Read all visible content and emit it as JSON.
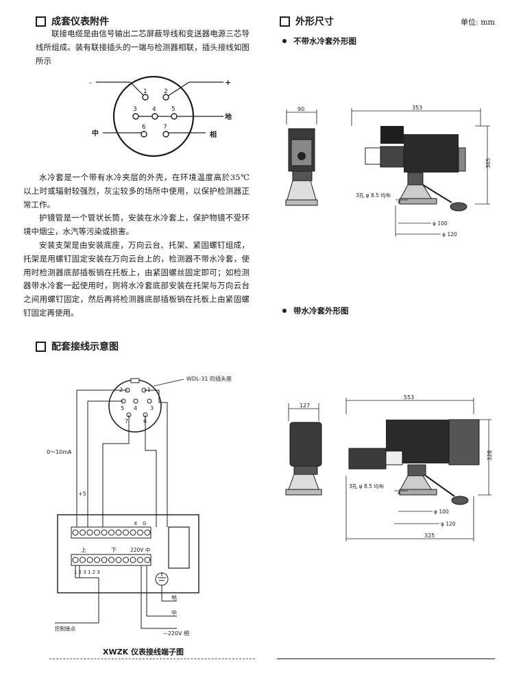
{
  "sections": {
    "accessories": {
      "title": "成套仪表附件",
      "intro": "联接电缆是由信号输出二芯屏蔽导线和变送器电源三芯导线所组成。装有联接插头的一端与检测器相联，插头接线如图所示",
      "body": [
        "水冷套是一个带有水冷夹层的外壳，在环境温度高於35℃ 以上时或辐射较强烈，灰尘较多的场所中使用，以保护检测器正常工作。",
        "护镜管是一个管状长筒，安装在水冷套上，保护物镜不受环境中烟尘，水汽等污染或损害。",
        "安装支架是由安装底座，万向云台、托架、紧固螺钉组成，托架是用螺钉固定安装在万向云台上的，检测器不带水冷套，使用时检测器底部插板销在托板上，由紧固螺丝固定即可；如检测器带水冷套一起使用时，则将水冷套底部安装在托架与万向云台之间用螺钉固定，然后再将检测器底部插板销在托板上由紧固螺钉固定再使用。"
      ]
    },
    "dimensions": {
      "title": "外形尺寸",
      "unit": "单位: mm",
      "without_jacket": "不带水冷套外形图",
      "with_jacket": "带水冷套外形图"
    },
    "wiring": {
      "title": "配套接线示意图",
      "caption": "XWZK 仪表接线端子图"
    }
  },
  "connector": {
    "pins": [
      "1",
      "2",
      "3",
      "4",
      "5",
      "6",
      "7"
    ],
    "minus": "-",
    "plus": "+",
    "ground": "地",
    "middle": "中",
    "phase": "相"
  },
  "dim_top": {
    "w90": "90",
    "w353": "353",
    "h305": "305",
    "holes": "3孔 φ 8.5 均布",
    "d100": "φ 100",
    "d120": "φ 120"
  },
  "dim_bottom": {
    "w127": "127",
    "w553": "553",
    "h328": "328",
    "holes": "3孔 φ 8.5 均布",
    "d100": "φ 100",
    "d120": "φ 120",
    "w325": "325"
  },
  "wiring_labels": {
    "socket": "WDL-31 的插头座",
    "signal": "0～10mA",
    "plus5": "+5",
    "e": "E",
    "g": "G",
    "upper": "上",
    "lower": "下",
    "v220_mid": "220V 中",
    "terminals": "1 2 3 1 2 3",
    "control": "控制接点",
    "ground": "地",
    "middle": "中",
    "v220_phase": "~220V 相",
    "pins": [
      "2",
      "1",
      "5",
      "4",
      "3",
      "7",
      "6"
    ]
  }
}
